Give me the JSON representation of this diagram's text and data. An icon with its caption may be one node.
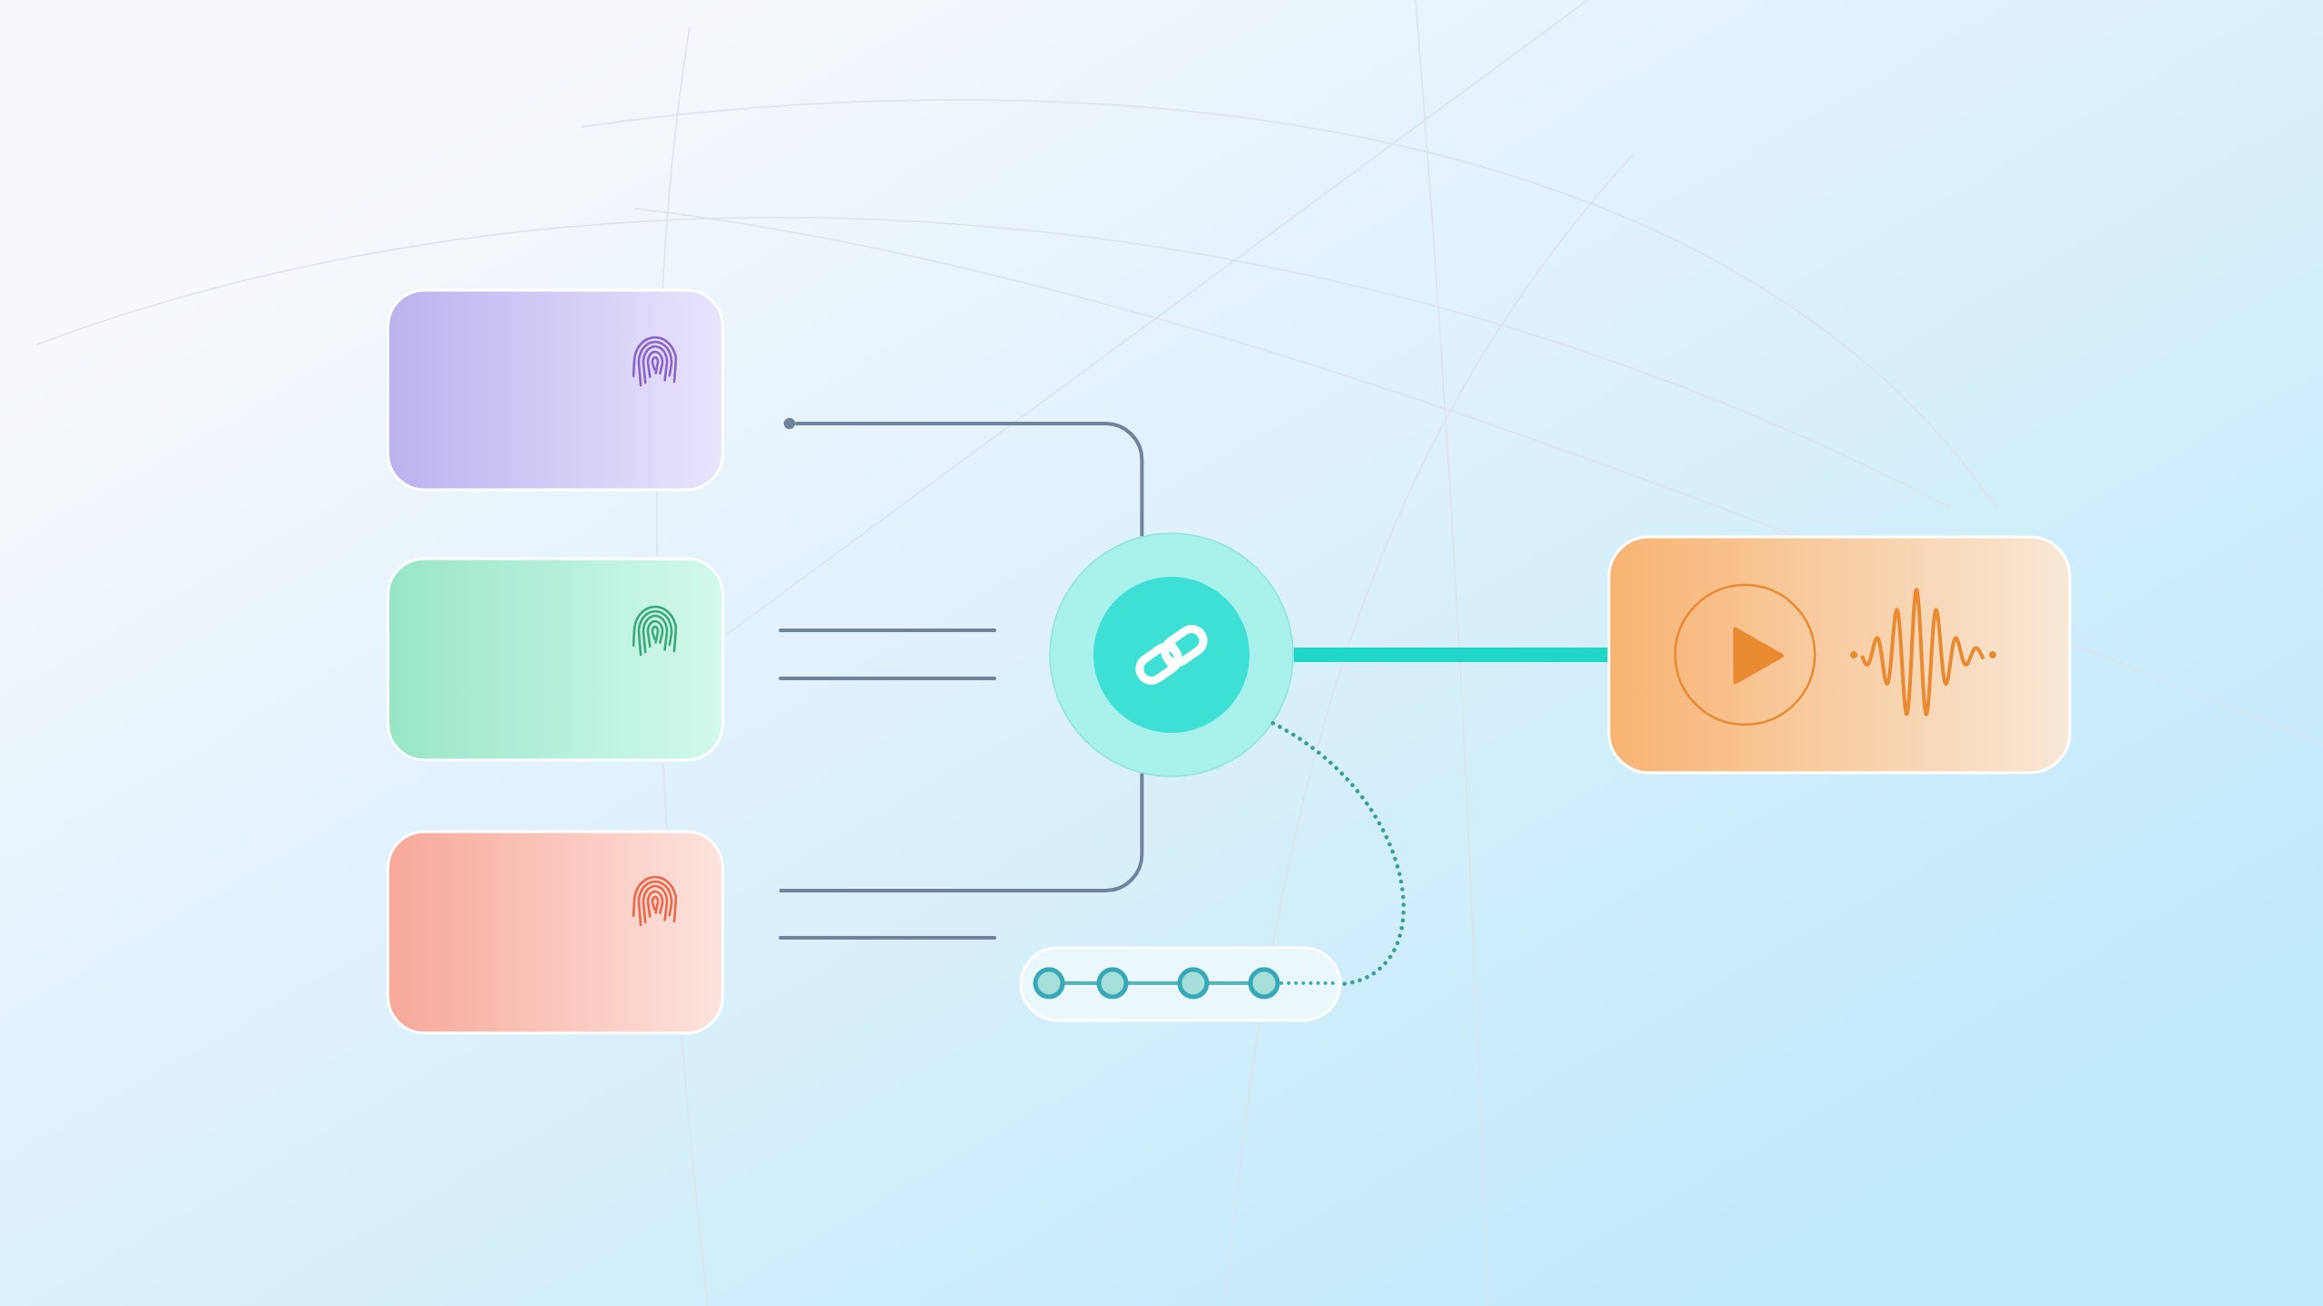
{
  "diagram": {
    "nodes": [
      {
        "text": [],
        "shape": "box"
      },
      {
        "text": [],
        "shape": "box"
      },
      {
        "text": [],
        "shape": "box"
      },
      {
        "text": [],
        "shape": "circle"
      },
      {
        "text": [],
        "shape": "box"
      },
      {
        "text": [],
        "shape": "box"
      },
      {
        "text": [],
        "shape": "circle"
      }
    ],
    "edges": [
      {
        "from": 6,
        "to": 3,
        "arrow": "none"
      },
      {
        "from": null,
        "to": 3,
        "arrow": "none"
      },
      {
        "from": 3,
        "to": 4,
        "arrow": "none",
        "style": "thick",
        "color": "#1fd6c8"
      },
      {
        "from": 3,
        "to": 5,
        "arrow": "none",
        "style": "dashed",
        "color": "#3a9e98"
      }
    ]
  }
}
